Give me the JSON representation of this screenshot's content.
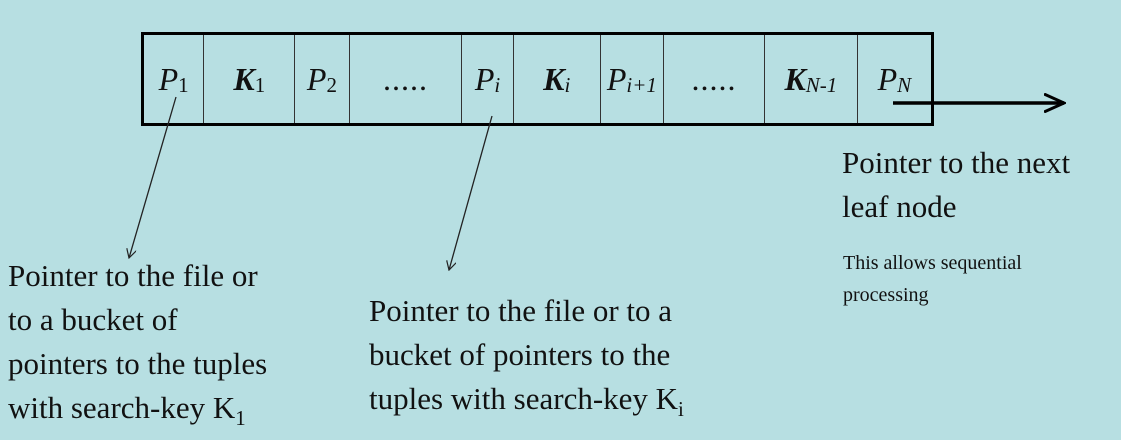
{
  "node": {
    "cells": [
      {
        "kind": "ptr",
        "base": "P",
        "sub": "1"
      },
      {
        "kind": "key",
        "base": "K",
        "sub": "1"
      },
      {
        "kind": "ptr",
        "base": "P",
        "sub": "2"
      },
      {
        "kind": "dots",
        "text": "....."
      },
      {
        "kind": "ptr",
        "base": "P",
        "sub": "i"
      },
      {
        "kind": "key",
        "base": "K",
        "sub": "i"
      },
      {
        "kind": "ptr",
        "base": "P",
        "sub": "i+1"
      },
      {
        "kind": "dots",
        "text": "....."
      },
      {
        "kind": "key",
        "base": "K",
        "sub": "N-1"
      },
      {
        "kind": "ptr",
        "base": "P",
        "sub": "N"
      }
    ]
  },
  "notes": {
    "p1_lines": [
      "Pointer to the file or",
      "to a bucket of",
      "pointers to the tuples",
      "with search-key K"
    ],
    "p1_sub": "1",
    "pi_lines": [
      "Pointer to the file or to  a",
      "bucket of pointers to the",
      "tuples with search-key K"
    ],
    "pi_sub": "i",
    "next_lines": [
      "Pointer to the next",
      "leaf node"
    ],
    "small_lines": [
      "This allows sequential",
      "processing"
    ]
  }
}
